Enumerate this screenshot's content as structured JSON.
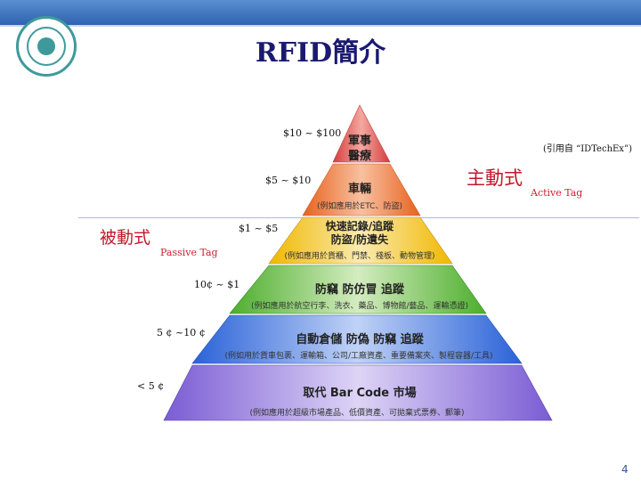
{
  "slide": {
    "title": "RFID簡介",
    "page_number": "4",
    "citation": "(引用自 “IDTechEx”)"
  },
  "categories": {
    "active": {
      "label": "主動式",
      "label_en": "Active Tag"
    },
    "passive": {
      "label": "被動式",
      "label_en": "Passive Tag"
    }
  },
  "pyramid": {
    "levels": [
      {
        "price": "$10 ~ $100",
        "label": "軍事",
        "label2": "醫療",
        "example": "",
        "color": "#f2b0a8"
      },
      {
        "price": "$5 ~ $10",
        "label": "車輛",
        "label2": "",
        "example": "(例如應用於ETC、防盜)",
        "color": "#f6bca0"
      },
      {
        "price": "$1 ~ $5",
        "label": "快速記錄/追蹤",
        "label2": "防盜/防遺失",
        "example": "(例如應用於貨櫃、門禁、棧板、動物管理)",
        "color": "#f5e29a"
      },
      {
        "price": "10¢ ~ $1",
        "label": "防竊 防仿冒 追蹤",
        "label2": "",
        "example": "(例如應用於航空行李、洗衣、藥品、博物館/藝品、運輸憑證)",
        "color": "#c6e4a4"
      },
      {
        "price": "5 ¢ ~10 ¢",
        "label": "自動倉儲 防偽 防竊 追蹤",
        "label2": "",
        "example": "(例如用於貨車包裹、運輸箱、公司/工廠資產、重要備案夾、製程容器/工具)",
        "color": "#a4bff0"
      },
      {
        "price": "< 5 ¢",
        "label": "取代 Bar Code 市場",
        "label2": "",
        "example": "(例如應用於超級市場產品、低價資產、可拋棄式票券、郵筆)",
        "color": "#c4b8ee"
      }
    ]
  }
}
